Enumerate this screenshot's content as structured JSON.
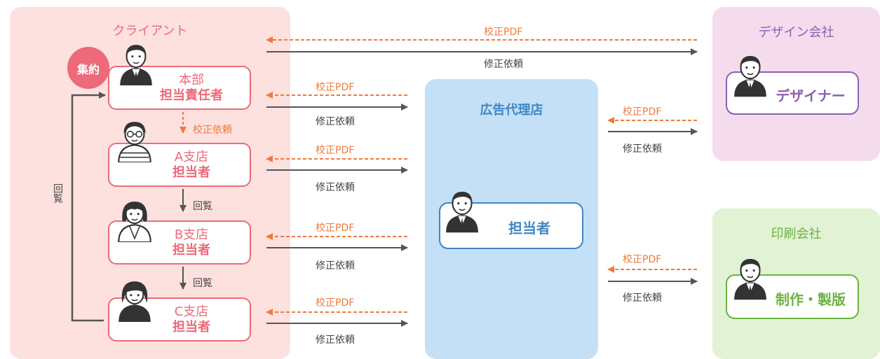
{
  "colors": {
    "client_bg": "#fde1df",
    "agency_bg": "#c3e0f6",
    "design_bg": "#f4dced",
    "print_bg": "#e2f2d4",
    "client_accent": "#ec6a79",
    "agency_accent": "#3f86c4",
    "design_accent": "#8c5fb0",
    "print_accent": "#6cb33f",
    "arrow_orange": "#ee7a3c",
    "arrow_gray": "#555555"
  },
  "client": {
    "title": "クライアント",
    "badge": "集約",
    "hq": {
      "name": "本部",
      "role": "担当責任者"
    },
    "branch_a": {
      "name": "A支店",
      "role": "担当者"
    },
    "branch_b": {
      "name": "B支店",
      "role": "担当者"
    },
    "branch_c": {
      "name": "C支店",
      "role": "担当者"
    },
    "flow_correction": "校正依頼",
    "flow_circulate_1": "回覧",
    "flow_circulate_2": "回覧",
    "side_circulate": "回覧"
  },
  "agency": {
    "title": "広告代理店",
    "role": "担当者"
  },
  "design": {
    "title": "デザイン会社",
    "role": "デザイナー"
  },
  "print": {
    "title": "印刷会社",
    "role": "制作・製版"
  },
  "arrows": {
    "proof": "校正PDF",
    "request": "修正依頼"
  }
}
